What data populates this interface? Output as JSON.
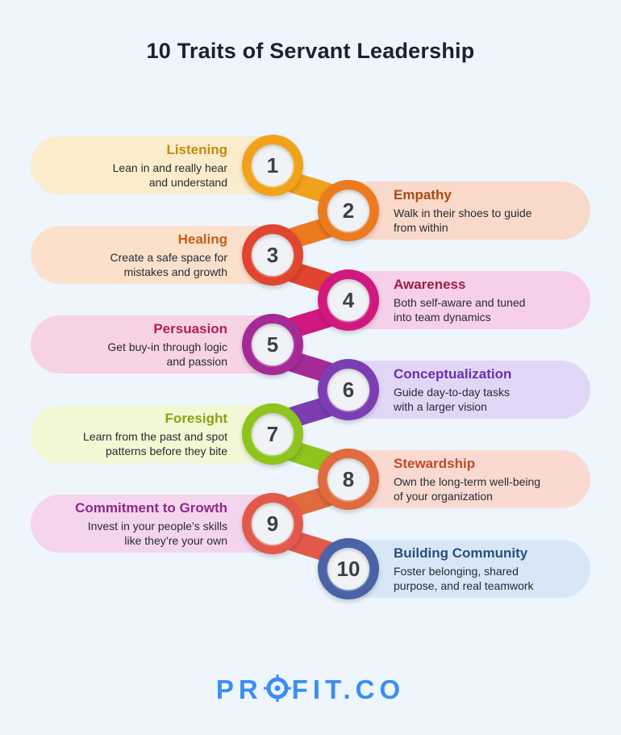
{
  "title": "10 Traits of Servant Leadership",
  "traits": [
    {
      "num": "1",
      "name": "Listening",
      "line1": "Lean in and really hear",
      "line2": "and understand",
      "card_bg": "#fbeccb",
      "head_color": "#c48a0e",
      "badge_color": "#f1a21a"
    },
    {
      "num": "2",
      "name": "Empathy",
      "line1": "Walk in their shoes to guide",
      "line2": "from within",
      "card_bg": "#f9d9c9",
      "head_color": "#a74a17",
      "badge_color": "#ec7a1f"
    },
    {
      "num": "3",
      "name": "Healing",
      "line1": "Create a safe space for",
      "line2": "mistakes and growth",
      "card_bg": "#fbe1cc",
      "head_color": "#c45f14",
      "badge_color": "#e0452f"
    },
    {
      "num": "4",
      "name": "Awareness",
      "line1": "Both self-aware and tuned",
      "line2": "into team dynamics",
      "card_bg": "#f6cfe8",
      "head_color": "#9c1e4a",
      "badge_color": "#d1187f"
    },
    {
      "num": "5",
      "name": "Persuasion",
      "line1": "Get buy-in through logic",
      "line2": "and passion",
      "card_bg": "#f7d3e3",
      "head_color": "#b41c59",
      "badge_color": "#a52a96"
    },
    {
      "num": "6",
      "name": "Conceptualization",
      "line1": "Guide day-to-day tasks",
      "line2": "with a larger vision",
      "card_bg": "#e2d6f6",
      "head_color": "#6a2fb0",
      "badge_color": "#7c3db3"
    },
    {
      "num": "7",
      "name": "Foresight",
      "line1": "Learn from the past and spot",
      "line2": "patterns before they bite",
      "card_bg": "#f2f8d4",
      "head_color": "#8ca117",
      "badge_color": "#8ec41d"
    },
    {
      "num": "8",
      "name": "Stewardship",
      "line1": "Own the long-term well-being",
      "line2": "of your organization",
      "card_bg": "#fadad0",
      "head_color": "#c04b2e",
      "badge_color": "#e06b3e"
    },
    {
      "num": "9",
      "name": "Commitment to Growth",
      "line1": "Invest in your people’s skills",
      "line2": "like they’re your own",
      "card_bg": "#f5d5ee",
      "head_color": "#8a2a86",
      "badge_color": "#e2594b"
    },
    {
      "num": "10",
      "name": "Building Community",
      "line1": "Foster belonging, shared",
      "line2": "purpose, and real teamwork",
      "card_bg": "#d8e7f7",
      "head_color": "#25507f",
      "badge_color": "#4a62a6"
    }
  ],
  "logo": {
    "part1": "PR",
    "part2": "FIT.CO",
    "icon": "crosshair-o-icon",
    "color": "#3a8ef2"
  }
}
